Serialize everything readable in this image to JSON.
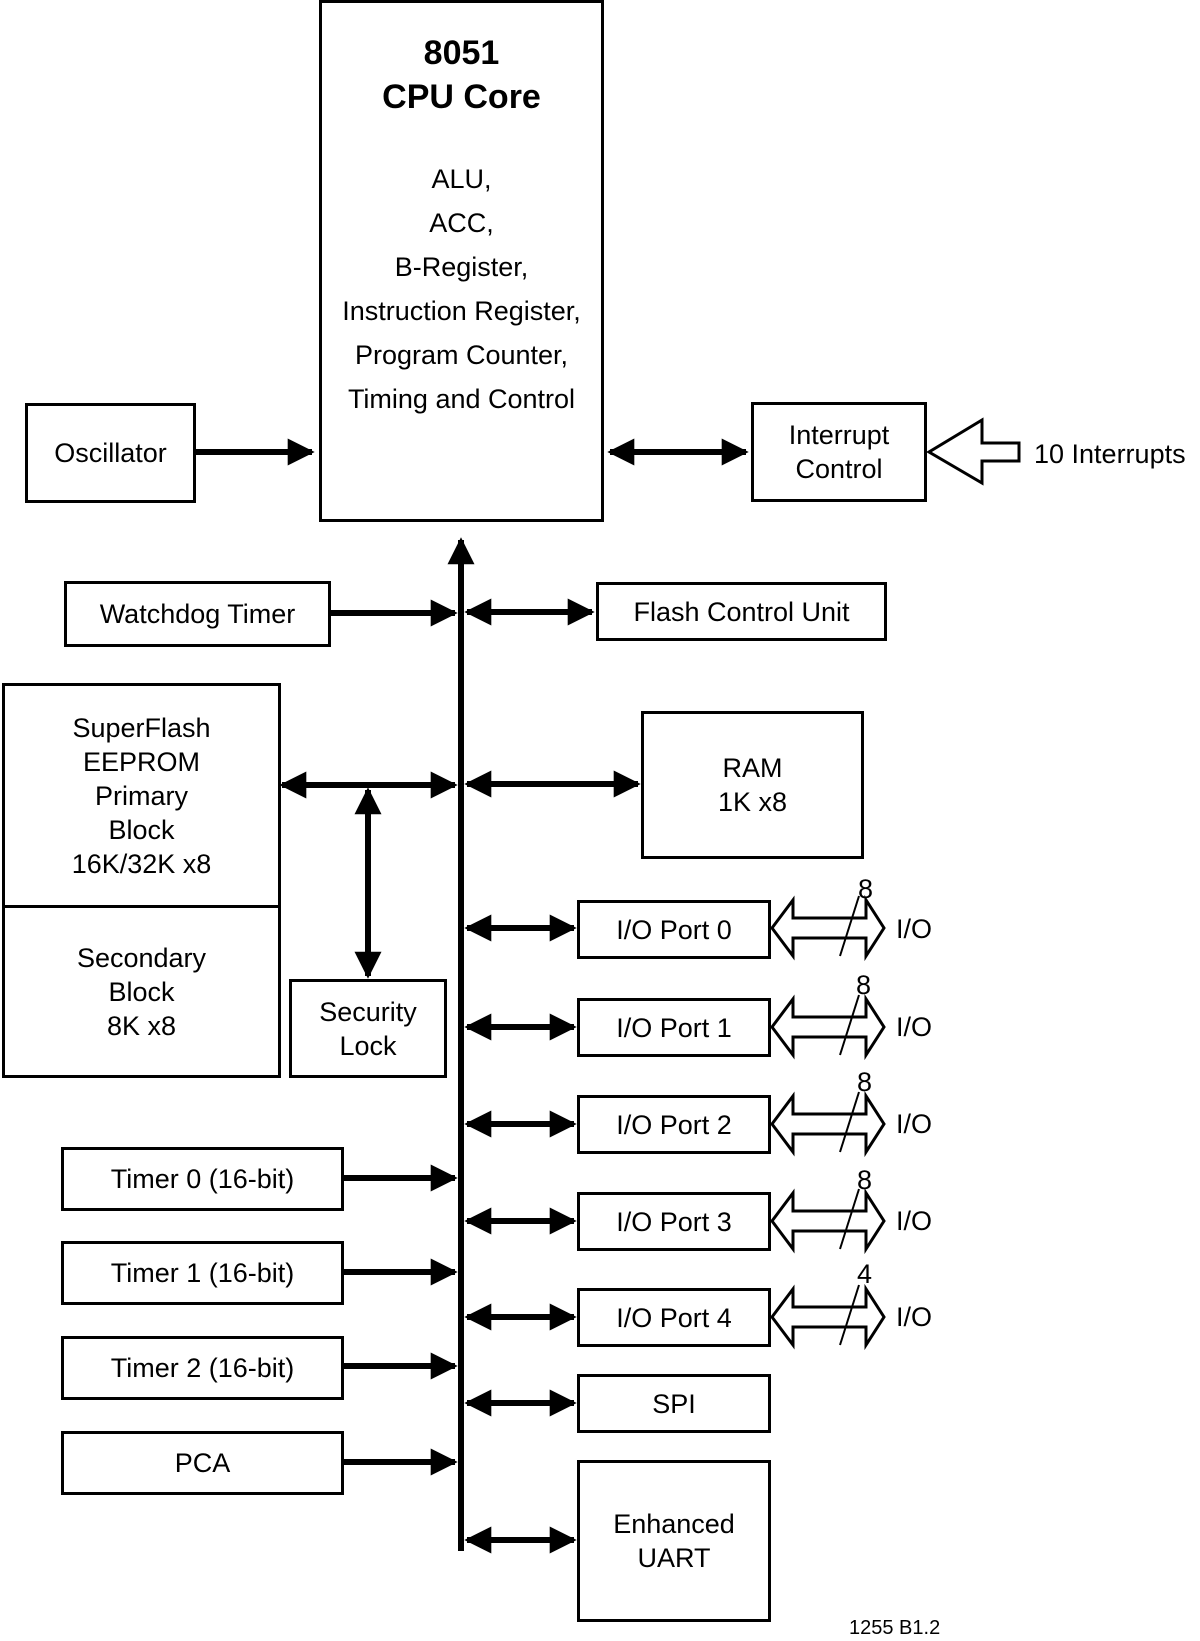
{
  "diagram": {
    "cpu": {
      "title_line1": "8051",
      "title_line2": "CPU Core",
      "items": [
        "ALU,",
        "ACC,",
        "B-Register,",
        "Instruction Register,",
        "Program Counter,",
        "Timing and Control"
      ]
    },
    "oscillator": "Oscillator",
    "interrupt_control": [
      "Interrupt",
      "Control"
    ],
    "interrupts_label": "10 Interrupts",
    "watchdog": "Watchdog Timer",
    "flash_control": "Flash Control Unit",
    "superflash_primary": [
      "SuperFlash",
      "EEPROM",
      "Primary",
      "Block",
      "16K/32K x8"
    ],
    "superflash_secondary": [
      "Secondary",
      "Block",
      "8K x8"
    ],
    "security_lock": [
      "Security",
      "Lock"
    ],
    "ram": [
      "RAM",
      "1K x8"
    ],
    "timers": [
      "Timer 0 (16-bit)",
      "Timer 1 (16-bit)",
      "Timer 2 (16-bit)"
    ],
    "pca": "PCA",
    "io_ports": [
      {
        "label": "I/O Port 0",
        "width": "8",
        "io": "I/O"
      },
      {
        "label": "I/O Port 1",
        "width": "8",
        "io": "I/O"
      },
      {
        "label": "I/O Port 2",
        "width": "8",
        "io": "I/O"
      },
      {
        "label": "I/O Port 3",
        "width": "8",
        "io": "I/O"
      },
      {
        "label": "I/O Port 4",
        "width": "4",
        "io": "I/O"
      }
    ],
    "spi": "SPI",
    "uart": [
      "Enhanced",
      "UART"
    ],
    "figure_id": "1255 B1.2"
  }
}
